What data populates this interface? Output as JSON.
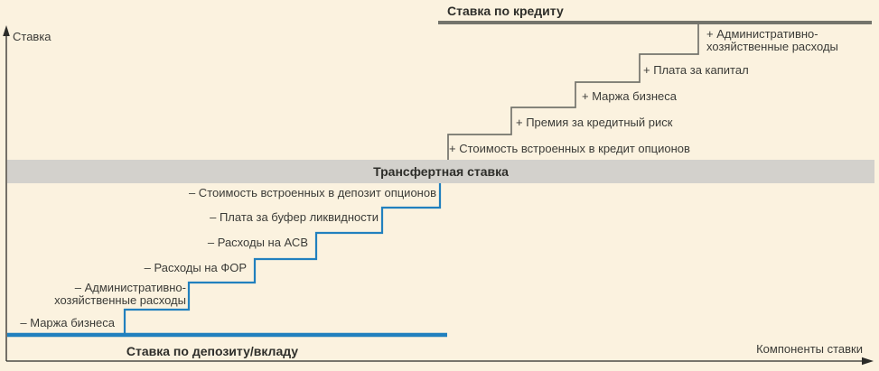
{
  "diagram": {
    "y_axis_label": "Ставка",
    "x_axis_label": "Компоненты ставки",
    "loan_rate_label": "Ставка по кредиту",
    "transfer_rate_label": "Трансфертная ставка",
    "deposit_rate_label": "Ставка по депозиту/вкладу",
    "loan_side_steps": [
      {
        "label": "+ Административно-\nхозяйственные расходы"
      },
      {
        "label": "+ Плата за капитал"
      },
      {
        "label": "+ Маржа бизнеса"
      },
      {
        "label": "+ Премия за кредитный риск"
      },
      {
        "label": "+ Стоимость встроенных в кредит опционов"
      }
    ],
    "deposit_side_steps": [
      {
        "label": "– Стоимость встроенных в депозит опционов"
      },
      {
        "label": "– Плата за буфер ликвидности"
      },
      {
        "label": "– Расходы на АСВ"
      },
      {
        "label": "– Расходы на ФОР"
      },
      {
        "label": "– Административно-\nхозяйственные расходы"
      },
      {
        "label": "– Маржа бизнеса"
      }
    ],
    "colors": {
      "background": "#FBF2DF",
      "gray_line": "#74746C",
      "transfer_band": "#D3D1CC",
      "blue_line": "#2180BE",
      "text": "#3B3B37",
      "axis": "#2B2B28"
    }
  },
  "chart_data": {
    "type": "step-waterfall",
    "title": "",
    "xlabel": "Компоненты ставки",
    "ylabel": "Ставка",
    "top_level": "Ставка по кредиту",
    "middle_level": "Трансфертная ставка",
    "bottom_level": "Ставка по депозиту/вкладу",
    "additions_above_transfer_rate": [
      "Стоимость встроенных в кредит опционов",
      "Премия за кредитный риск",
      "Маржа бизнеса",
      "Плата за капитал",
      "Административно-хозяйственные расходы"
    ],
    "deductions_below_transfer_rate": [
      "Стоимость встроенных в депозит опционов",
      "Плата за буфер ликвидности",
      "Расходы на АСВ",
      "Расходы на ФОР",
      "Административно-хозяйственные расходы",
      "Маржа бизнеса"
    ]
  }
}
